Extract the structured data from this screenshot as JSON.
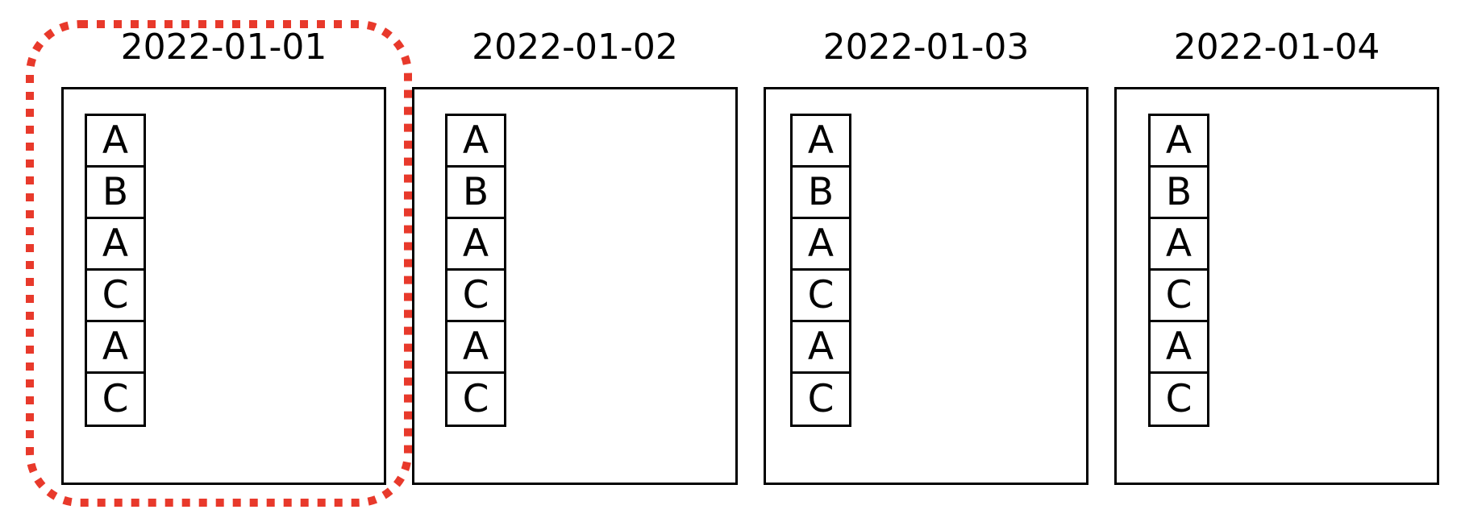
{
  "figure": {
    "panels": [
      {
        "title": "2022-01-01",
        "items": [
          "A",
          "B",
          "A",
          "C",
          "A",
          "C"
        ],
        "highlighted": true
      },
      {
        "title": "2022-01-02",
        "items": [
          "A",
          "B",
          "A",
          "C",
          "A",
          "C"
        ],
        "highlighted": false
      },
      {
        "title": "2022-01-03",
        "items": [
          "A",
          "B",
          "A",
          "C",
          "A",
          "C"
        ],
        "highlighted": false
      },
      {
        "title": "2022-01-04",
        "items": [
          "A",
          "B",
          "A",
          "C",
          "A",
          "C"
        ],
        "highlighted": false
      }
    ],
    "annotation": {
      "type": "dashed-rounded-rectangle",
      "color": "#E8392B",
      "encloses": "2022-01-01"
    }
  }
}
